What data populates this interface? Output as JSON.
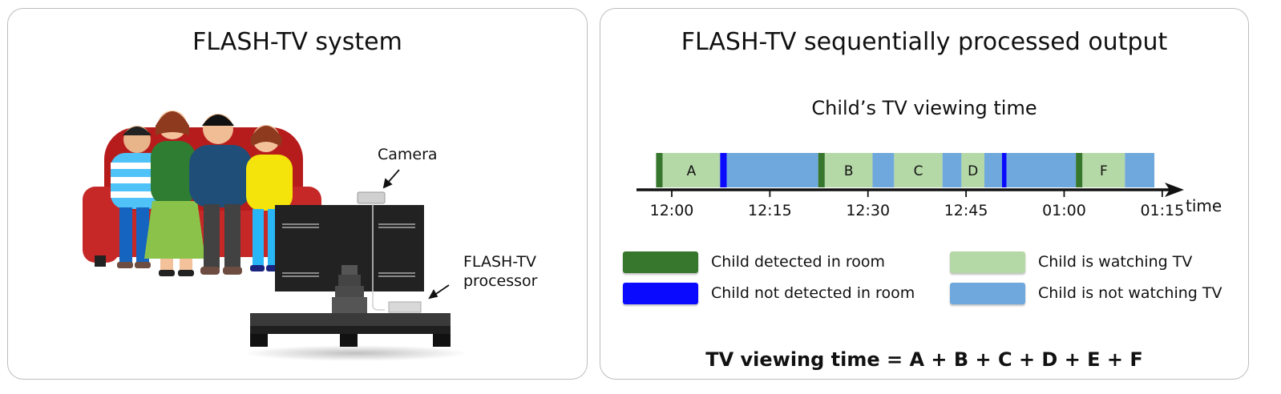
{
  "left": {
    "title": "FLASH-TV system",
    "camera_label": "Camera",
    "processor_label_line1": "FLASH-TV",
    "processor_label_line2": "processor"
  },
  "right": {
    "title": "FLASH-TV sequentially processed output",
    "subtitle": "Child’s TV viewing time",
    "axis_label": "time",
    "ticks": [
      "12:00",
      "12:15",
      "12:30",
      "12:45",
      "01:00",
      "01:15"
    ],
    "legend": [
      {
        "label": "Child detected in room",
        "color": "#37762d"
      },
      {
        "label": "Child not detected in room",
        "color": "#0a0aff"
      },
      {
        "label": "Child is watching TV",
        "color": "#b5d8a7"
      },
      {
        "label": "Child is not watching TV",
        "color": "#6fa8dc"
      }
    ],
    "formula": "TV viewing time = A + B + C + D + E + F"
  },
  "chart_data": {
    "type": "timeline",
    "xlabel": "time",
    "tick_labels": [
      "12:00",
      "12:15",
      "12:30",
      "12:45",
      "01:00",
      "01:15"
    ],
    "segments": [
      {
        "state": "detected",
        "start": -2.4,
        "end": -1.4,
        "label": ""
      },
      {
        "state": "watching",
        "start": -1.4,
        "end": 7.4,
        "label": "A"
      },
      {
        "state": "not_detected",
        "start": 7.4,
        "end": 8.4,
        "label": ""
      },
      {
        "state": "not_watching",
        "start": 8.4,
        "end": 22.4,
        "label": ""
      },
      {
        "state": "detected",
        "start": 22.4,
        "end": 23.4,
        "label": ""
      },
      {
        "state": "watching",
        "start": 23.4,
        "end": 30.7,
        "label": "B"
      },
      {
        "state": "not_watching",
        "start": 30.7,
        "end": 34.0,
        "label": ""
      },
      {
        "state": "watching",
        "start": 34.0,
        "end": 41.4,
        "label": "C"
      },
      {
        "state": "not_watching",
        "start": 41.4,
        "end": 44.3,
        "label": ""
      },
      {
        "state": "watching",
        "start": 44.3,
        "end": 47.8,
        "label": "D"
      },
      {
        "state": "not_watching",
        "start": 47.8,
        "end": 50.5,
        "label": ""
      },
      {
        "state": "not_detected",
        "start": 50.5,
        "end": 51.2,
        "label": ""
      },
      {
        "state": "not_watching",
        "start": 51.2,
        "end": 61.8,
        "label": ""
      },
      {
        "state": "detected",
        "start": 61.8,
        "end": 62.8,
        "label": ""
      },
      {
        "state": "watching",
        "start": 62.8,
        "end": 69.3,
        "label": "F"
      },
      {
        "state": "not_watching",
        "start": 69.3,
        "end": 73.8,
        "label": ""
      }
    ],
    "colors": {
      "detected": "#37762d",
      "not_detected": "#0a0aff",
      "watching": "#b5d8a7",
      "not_watching": "#6fa8dc"
    }
  }
}
